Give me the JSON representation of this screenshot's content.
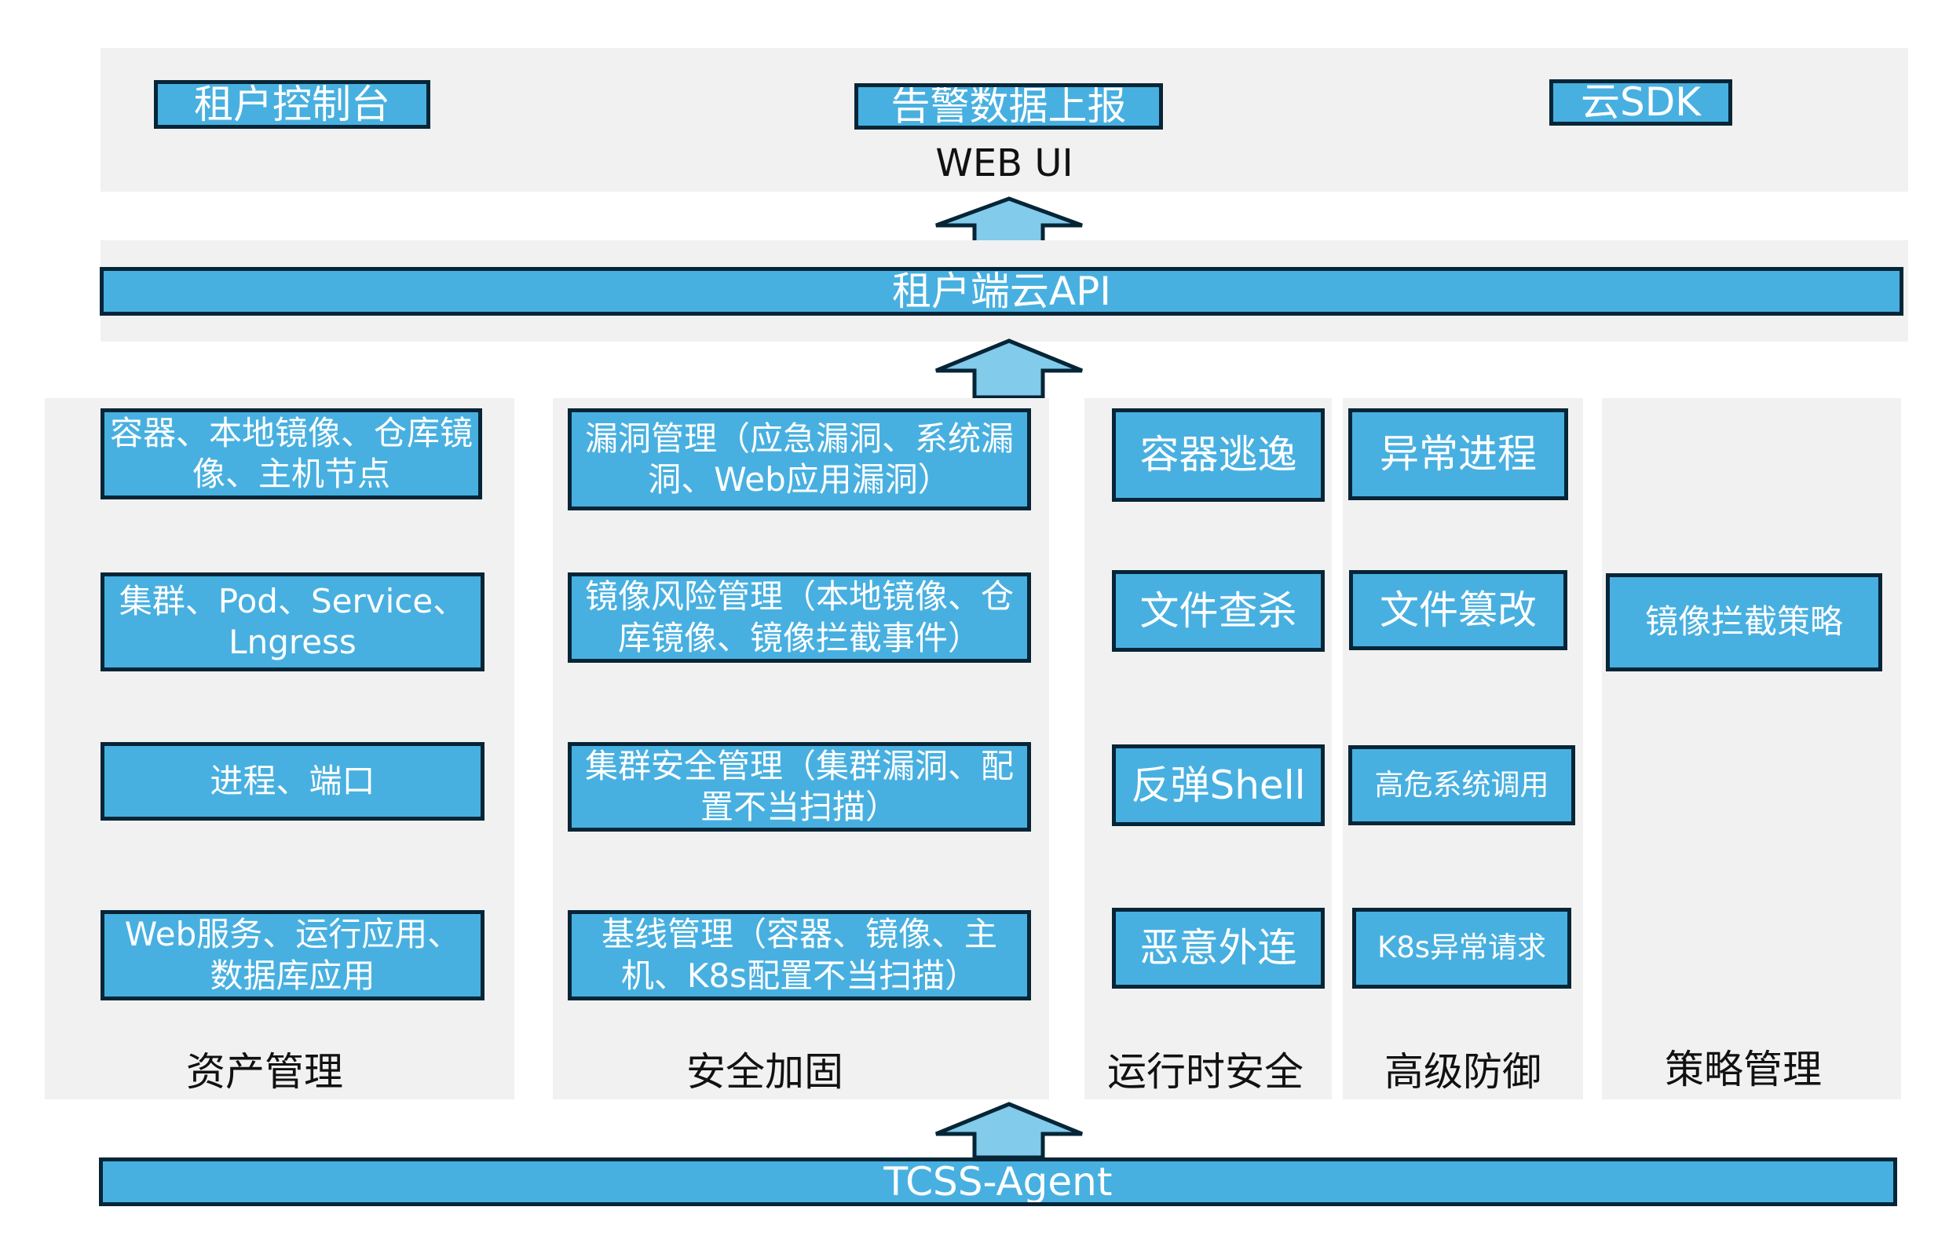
{
  "web_ui": {
    "title": "WEB UI",
    "items": [
      "租户控制台",
      "告警数据上报",
      "云SDK"
    ]
  },
  "api_layer": {
    "label": "租户端云API"
  },
  "modules": [
    {
      "label": "资产管理",
      "items": [
        "容器、本地镜像、仓库镜像、主机节点",
        "集群、Pod、Service、Lngress",
        "进程、端口",
        "Web服务、运行应用、数据库应用"
      ]
    },
    {
      "label": "安全加固",
      "items": [
        "漏洞管理（应急漏洞、系统漏洞、Web应用漏洞）",
        "镜像风险管理（本地镜像、仓库镜像、镜像拦截事件）",
        "集群安全管理（集群漏洞、配置不当扫描）",
        "基线管理（容器、镜像、主机、K8s配置不当扫描）"
      ]
    },
    {
      "label": "运行时安全",
      "items": [
        "容器逃逸",
        "文件查杀",
        "反弹Shell",
        "恶意外连"
      ]
    },
    {
      "label": "高级防御",
      "items": [
        "异常进程",
        "文件篡改",
        "高危系统调用",
        "K8s异常请求"
      ]
    },
    {
      "label": "策略管理",
      "items": [
        "镜像拦截策略"
      ]
    }
  ],
  "agent_layer": {
    "label": "TCSS-Agent"
  },
  "colors": {
    "box_fill": "#48b0e0",
    "box_border": "#062536",
    "arrow_fill": "#82cbea",
    "panel": "#f1f1f1"
  }
}
